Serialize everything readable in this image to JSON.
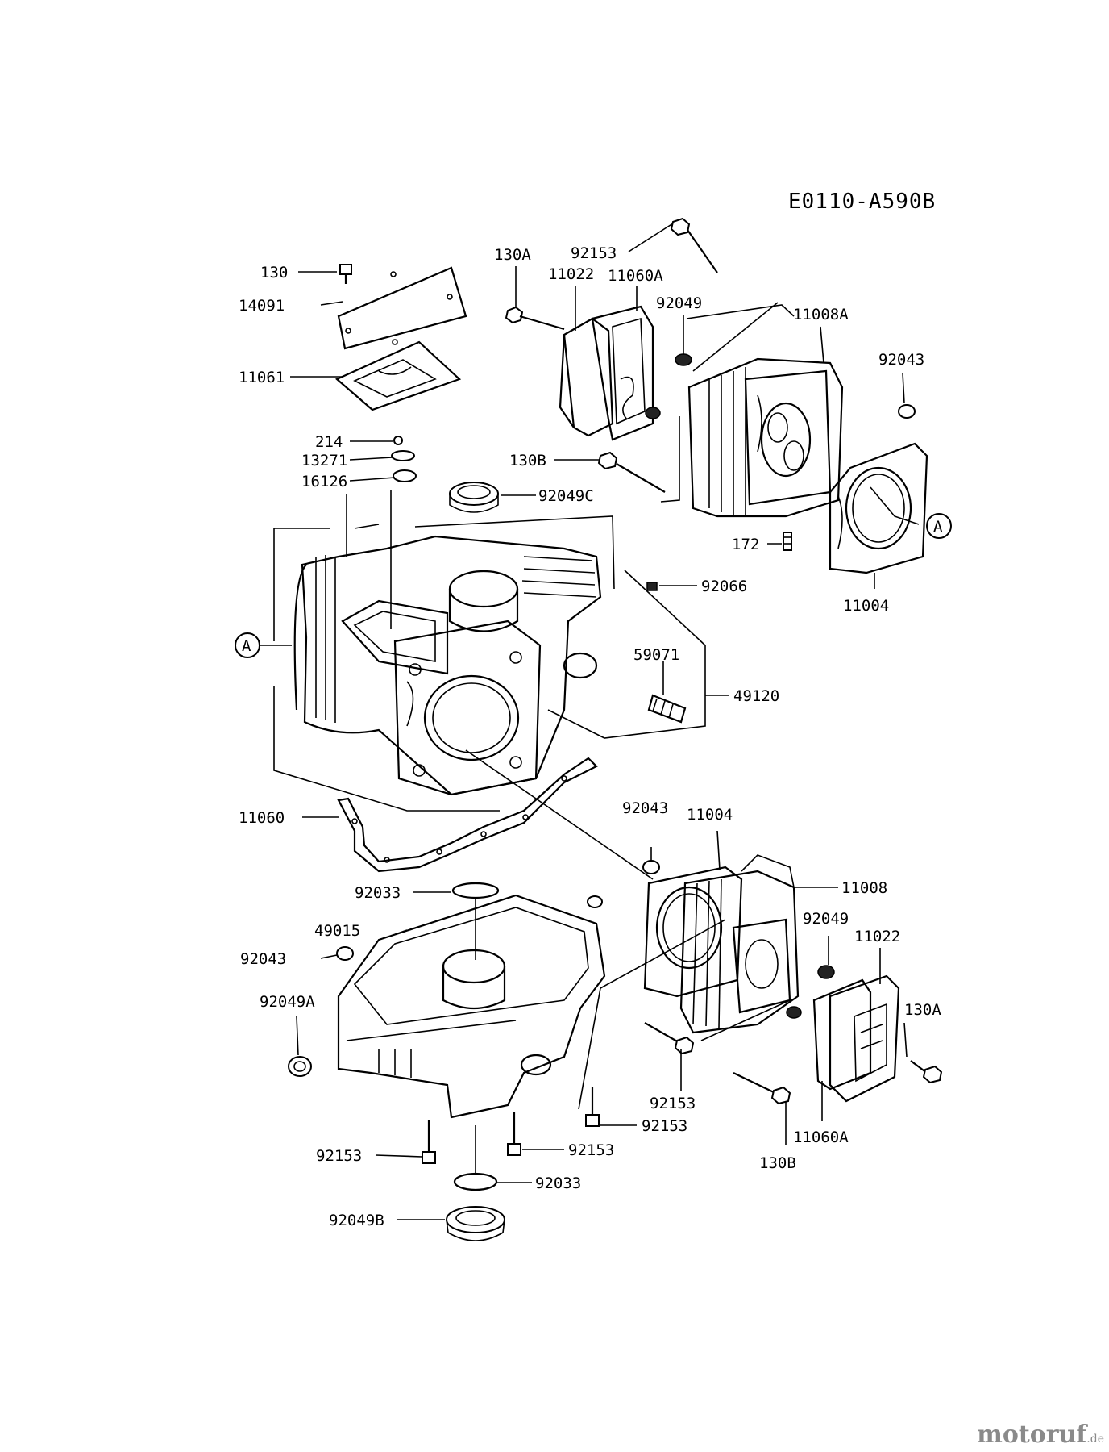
{
  "diagram_code": "E0110-A590B",
  "callout_letter": "A",
  "labels": [
    "130",
    "14091",
    "11061",
    "214",
    "13271",
    "16126",
    "130A",
    "92153",
    "11022",
    "11060A",
    "92049",
    "11008A",
    "92043",
    "130B",
    "92049C",
    "172",
    "92066",
    "11004",
    "59071",
    "49120",
    "11060",
    "92043",
    "11004",
    "11008",
    "92033",
    "49015",
    "92043",
    "92049",
    "11022",
    "92049A",
    "130A",
    "92153",
    "92153",
    "92153",
    "92153",
    "11060A",
    "130B",
    "92033",
    "92049B"
  ],
  "watermark": {
    "brand": "motoruf",
    "tld": ".de"
  }
}
